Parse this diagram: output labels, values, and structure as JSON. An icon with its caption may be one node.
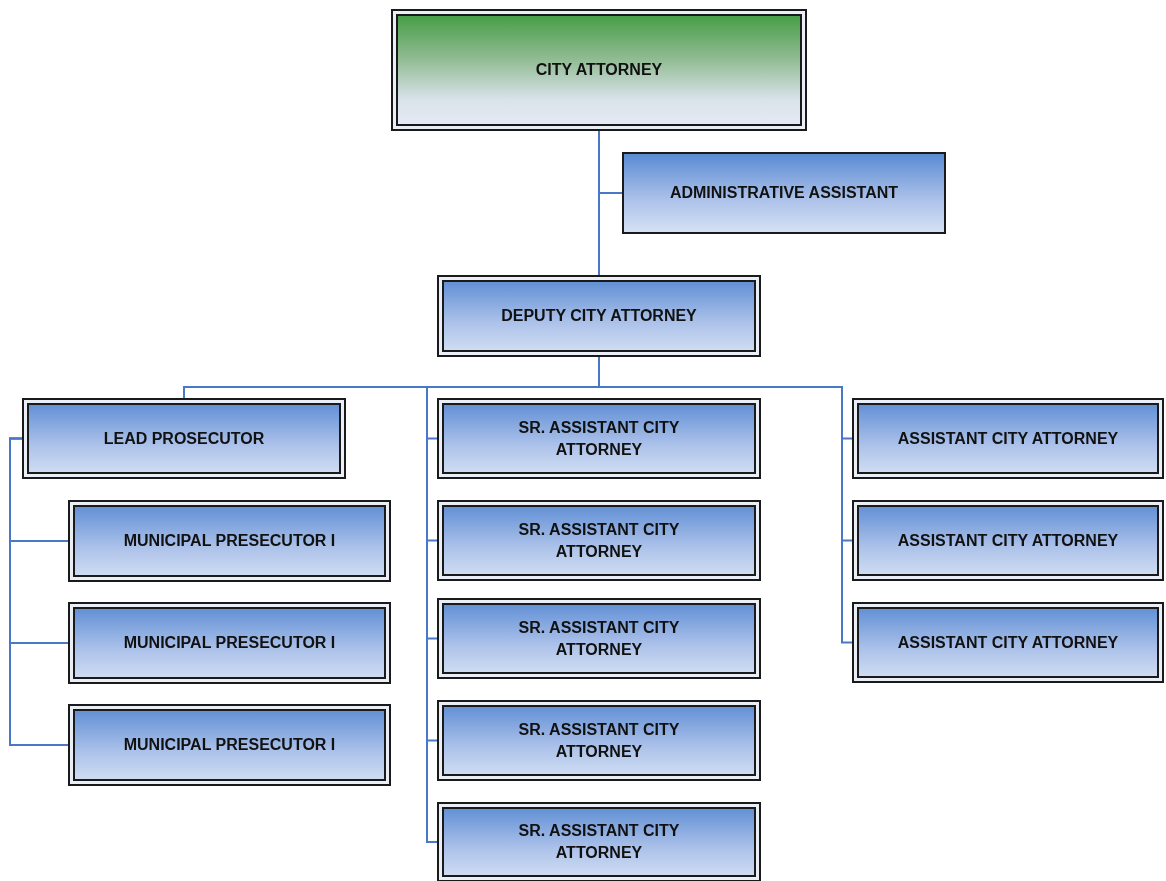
{
  "diagram": {
    "nodes": [
      {
        "text": [
          "CITY ATTORNEY"
        ]
      },
      {
        "text": [
          "ADMINISTRATIVE ASSISTANT"
        ]
      },
      {
        "text": [
          "DEPUTY CITY ATTORNEY"
        ]
      },
      {
        "text": [
          "LEAD PROSECUTOR"
        ]
      },
      {
        "text": [
          "MUNICIPAL PRESECUTOR I"
        ]
      },
      {
        "text": [
          "MUNICIPAL PRESECUTOR I"
        ]
      },
      {
        "text": [
          "MUNICIPAL PRESECUTOR I"
        ]
      },
      {
        "text": [
          "SR. ASSISTANT CITY ATTORNEY"
        ]
      },
      {
        "text": [
          "SR. ASSISTANT CITY ATTORNEY"
        ]
      },
      {
        "text": [
          "SR. ASSISTANT CITY ATTORNEY"
        ]
      },
      {
        "text": [
          "SR. ASSISTANT CITY ATTORNEY"
        ]
      },
      {
        "text": [
          "SR. ASSISTANT CITY ATTORNEY"
        ]
      },
      {
        "text": [
          "ASSISTANT CITY ATTORNEY"
        ]
      },
      {
        "text": [
          "ASSISTANT CITY ATTORNEY"
        ]
      },
      {
        "text": [
          "ASSISTANT CITY ATTORNEY"
        ]
      }
    ],
    "edges": [
      {
        "from": 0,
        "to": 1,
        "arrow": "none"
      },
      {
        "from": 0,
        "to": 2,
        "arrow": "none"
      },
      {
        "from": 2,
        "to": 3,
        "arrow": "none"
      },
      {
        "from": 2,
        "to": 7,
        "arrow": "none"
      },
      {
        "from": 2,
        "to": 8,
        "arrow": "none"
      },
      {
        "from": 2,
        "to": 9,
        "arrow": "none"
      },
      {
        "from": 2,
        "to": 10,
        "arrow": "none"
      },
      {
        "from": 2,
        "to": 11,
        "arrow": "none"
      },
      {
        "from": 2,
        "to": 12,
        "arrow": "none"
      },
      {
        "from": 2,
        "to": 13,
        "arrow": "none"
      },
      {
        "from": 2,
        "to": 14,
        "arrow": "none"
      },
      {
        "from": 3,
        "to": 4,
        "arrow": "none"
      },
      {
        "from": 3,
        "to": 5,
        "arrow": "none"
      },
      {
        "from": 3,
        "to": 6,
        "arrow": "none"
      }
    ]
  }
}
